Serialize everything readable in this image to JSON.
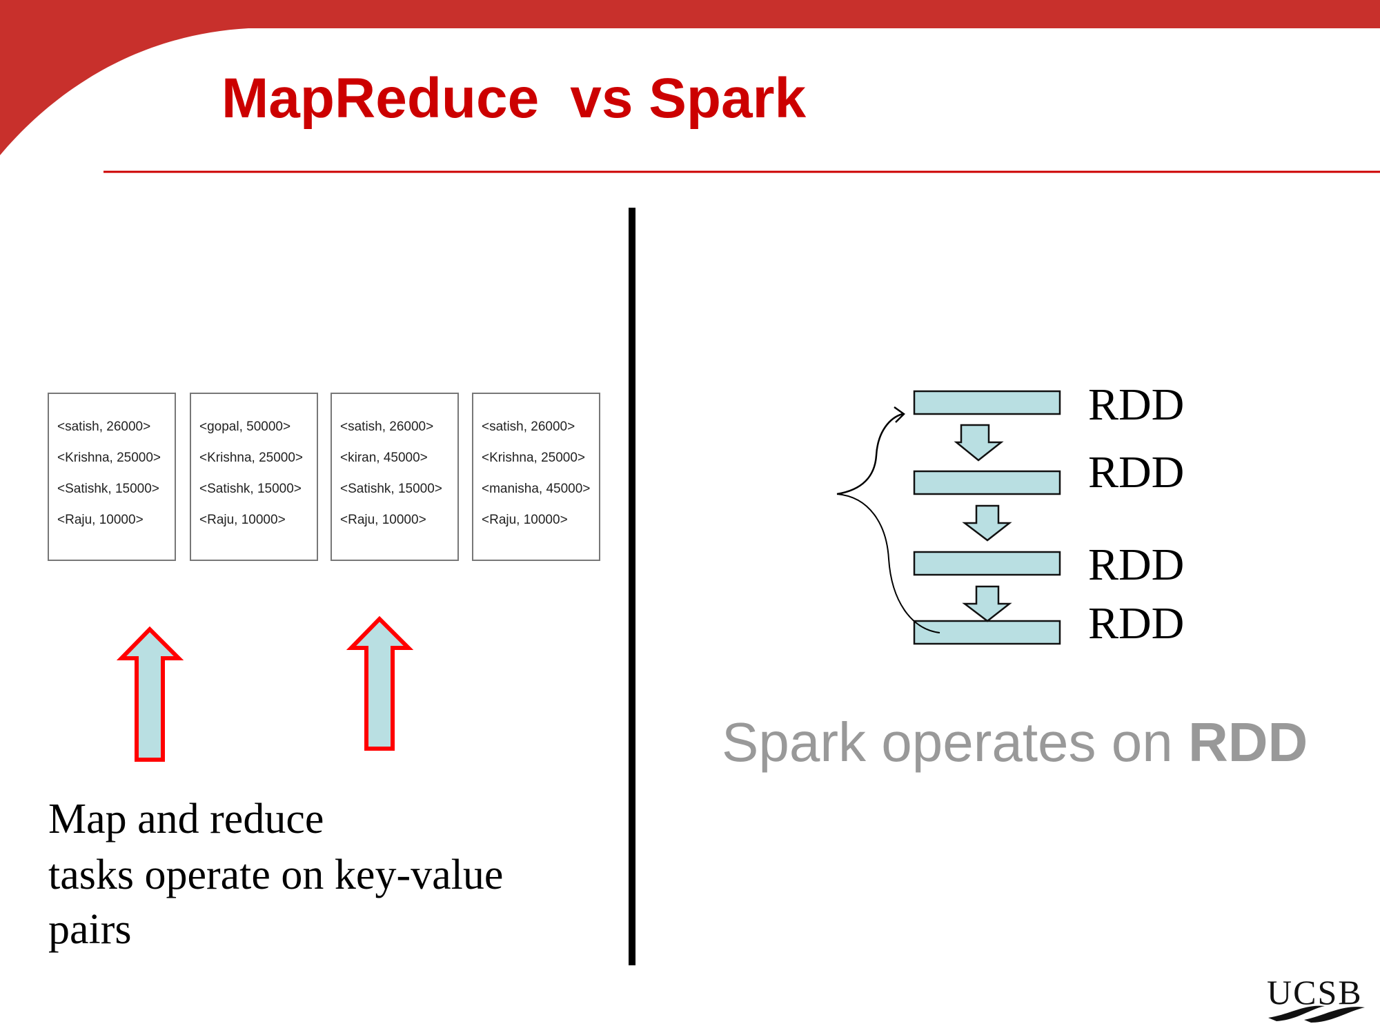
{
  "title": {
    "part1": "MapReduce",
    "part2": "vs Spark"
  },
  "partitions": [
    [
      "<satish, 26000>",
      "<Krishna, 25000>",
      "<Satishk, 15000>",
      "<Raju, 10000>"
    ],
    [
      "<gopal, 50000>",
      "<Krishna, 25000>",
      "<Satishk, 15000>",
      "<Raju, 10000>"
    ],
    [
      "<satish, 26000>",
      "<kiran, 45000>",
      "<Satishk, 15000>",
      "<Raju, 10000>"
    ],
    [
      "<satish, 26000>",
      "<Krishna, 25000>",
      "<manisha, 45000>",
      "<Raju, 10000>"
    ]
  ],
  "mapreduce_caption": [
    "Map and reduce",
    "tasks operate on key-value",
    "pairs"
  ],
  "rdd_labels": [
    "RDD",
    "RDD",
    "RDD",
    "RDD"
  ],
  "spark_caption": {
    "text": "Spark operates on ",
    "bold": "RDD"
  },
  "logo": "UCSB",
  "colors": {
    "accent": "#c8302c",
    "title": "#cc0000",
    "rdd_fill": "#b9dfe2",
    "caption_gray": "#999999"
  }
}
